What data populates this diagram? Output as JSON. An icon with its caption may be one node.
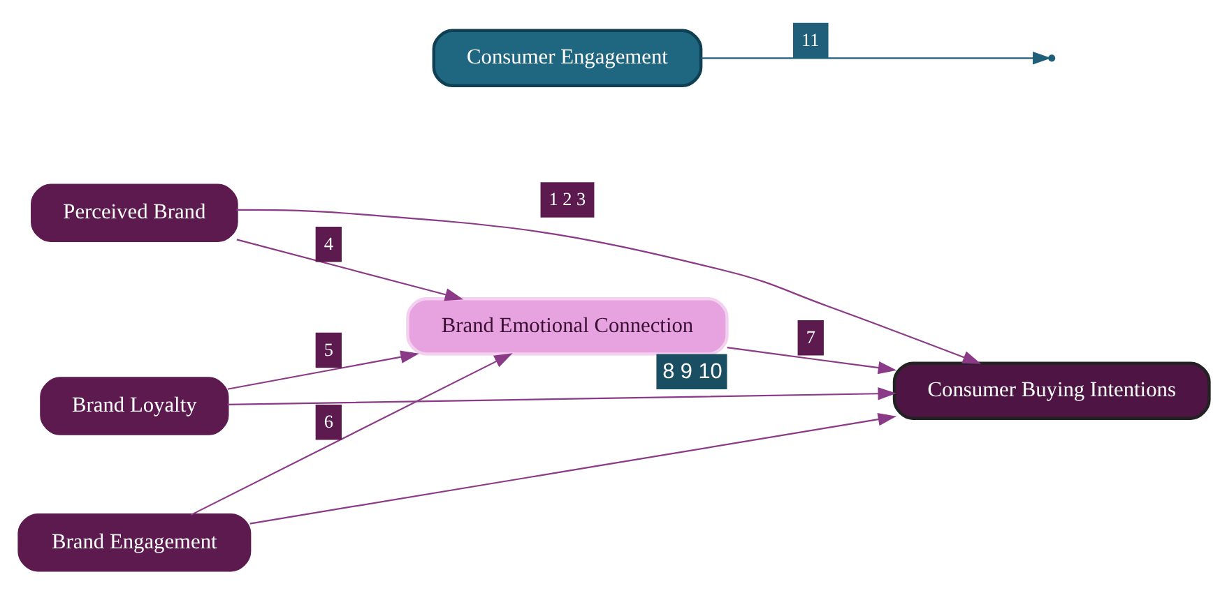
{
  "diagram": {
    "nodes": [
      {
        "text": [
          "Perceived Brand"
        ]
      },
      {
        "text": [
          "Brand Loyalty"
        ]
      },
      {
        "text": [
          "Brand Engagement"
        ]
      },
      {
        "text": [
          "Brand Emotional Connection"
        ],
        "beside": [
          "8 9 10"
        ]
      },
      {
        "text": [
          "Consumer Buying Intentions"
        ]
      },
      {
        "text": [
          "Consumer Engagement"
        ]
      }
    ],
    "edges": [
      {
        "from": 0,
        "to": 4,
        "arrow": "to",
        "label": "1 2 3"
      },
      {
        "from": 1,
        "to": 4,
        "arrow": "to"
      },
      {
        "from": 2,
        "to": 4,
        "arrow": "to"
      },
      {
        "from": 0,
        "to": 3,
        "arrow": "to",
        "label": "4"
      },
      {
        "from": 1,
        "to": 3,
        "arrow": "to",
        "label": "5"
      },
      {
        "from": 2,
        "to": 3,
        "arrow": "to",
        "label": "6"
      },
      {
        "from": 3,
        "to": 4,
        "arrow": "to",
        "label": "7"
      },
      {
        "from": 5,
        "to": null,
        "arrow": "to",
        "label": "11",
        "color": "#1f5f7a"
      }
    ]
  }
}
